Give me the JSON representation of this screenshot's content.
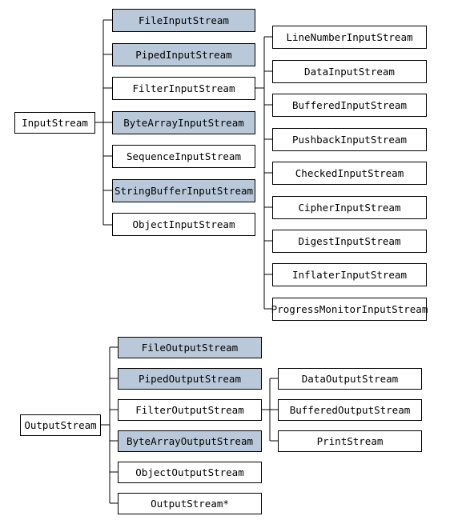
{
  "colors": {
    "highlight": "#b9c9d9",
    "box_fill": "#ffffff",
    "line": "#000000"
  },
  "input": {
    "root": "InputStream",
    "children": [
      {
        "label": "FileInputStream",
        "highlight": true
      },
      {
        "label": "PipedInputStream",
        "highlight": true
      },
      {
        "label": "FilterInputStream",
        "highlight": false
      },
      {
        "label": "ByteArrayInputStream",
        "highlight": true
      },
      {
        "label": "SequenceInputStream",
        "highlight": false
      },
      {
        "label": "StringBufferInputStream",
        "highlight": true
      },
      {
        "label": "ObjectInputStream",
        "highlight": false
      }
    ],
    "filter_children": [
      "LineNumberInputStream",
      "DataInputStream",
      "BufferedInputStream",
      "PushbackInputStream",
      "CheckedInputStream",
      "CipherInputStream",
      "DigestInputStream",
      "InflaterInputStream",
      "ProgressMonitorInputStream"
    ]
  },
  "output": {
    "root": "OutputStream",
    "children": [
      {
        "label": "FileOutputStream",
        "highlight": true
      },
      {
        "label": "PipedOutputStream",
        "highlight": true
      },
      {
        "label": "FilterOutputStream",
        "highlight": false
      },
      {
        "label": "ByteArrayOutputStream",
        "highlight": true
      },
      {
        "label": "ObjectOutputStream",
        "highlight": false
      },
      {
        "label": "OutputStream*",
        "highlight": false
      }
    ],
    "filter_children": [
      "DataOutputStream",
      "BufferedOutputStream",
      "PrintStream"
    ]
  }
}
